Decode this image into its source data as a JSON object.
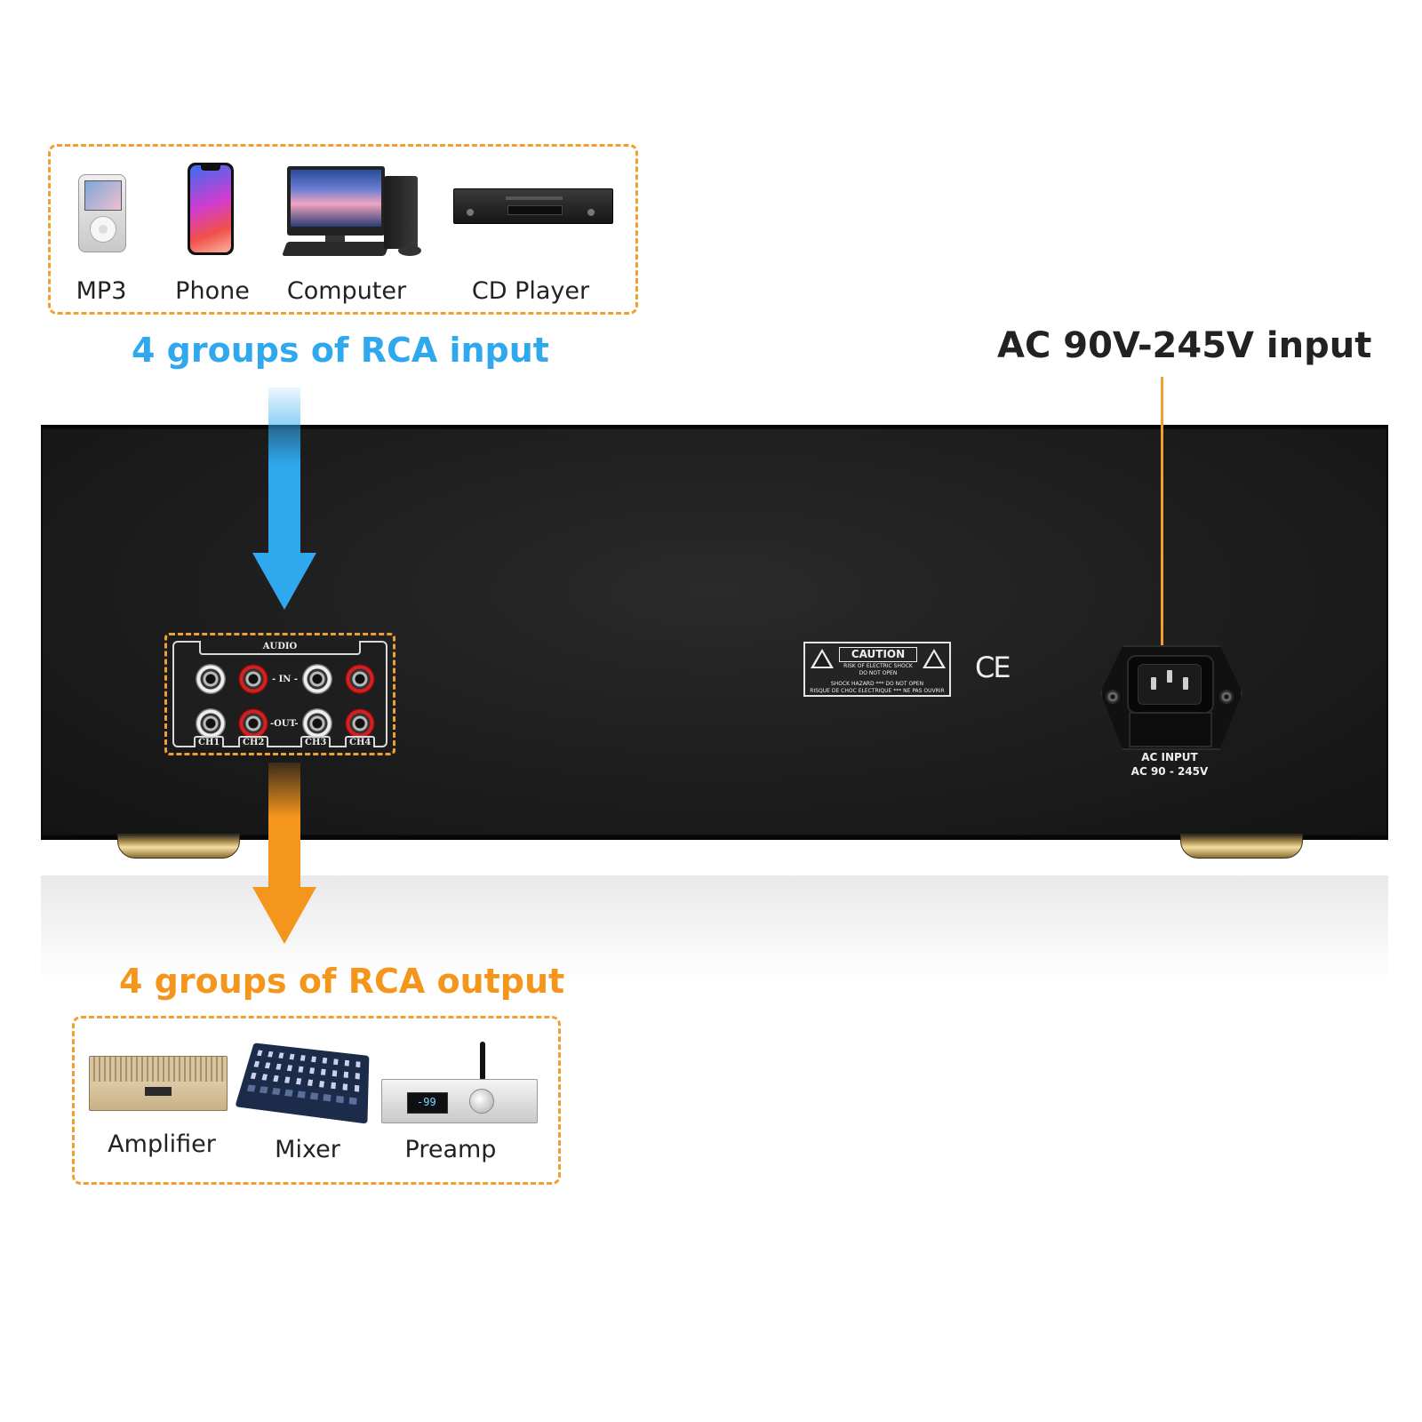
{
  "input_devices": {
    "items": [
      {
        "label": "MP3",
        "icon": "mp3-player-icon"
      },
      {
        "label": "Phone",
        "icon": "smartphone-icon"
      },
      {
        "label": "Computer",
        "icon": "desktop-computer-icon"
      },
      {
        "label": "CD Player",
        "icon": "cd-player-icon"
      }
    ]
  },
  "input_heading": "4 groups of RCA input",
  "power_heading": "AC 90V-245V input",
  "output_heading": "4 groups of RCA output",
  "output_devices": {
    "items": [
      {
        "label": "Amplifier",
        "icon": "amplifier-icon"
      },
      {
        "label": "Mixer",
        "icon": "mixer-icon"
      },
      {
        "label": "Preamp",
        "icon": "preamp-icon"
      }
    ]
  },
  "rear_panel": {
    "audio_title": "AUDIO",
    "in_label": "- IN -",
    "out_label": "-OUT-",
    "channels": [
      "CH1",
      "CH2",
      "CH3",
      "CH4"
    ],
    "caution": {
      "title": "CAUTION",
      "line1": "RISK OF ELECTRIC SHOCK",
      "line2": "DO NOT OPEN",
      "line3": "SHOCK HAZARD *** DO NOT OPEN",
      "line4": "RISQUE DE CHOC ELECTRIQUE *** NE PAS OUVRIR"
    },
    "ce_mark": "CE",
    "ac_input_line1": "AC INPUT",
    "ac_input_line2": "AC 90 - 245V"
  },
  "colors": {
    "input_blue": "#2fa8ee",
    "output_orange": "#f4951c",
    "dashed_border": "#f0a030"
  }
}
